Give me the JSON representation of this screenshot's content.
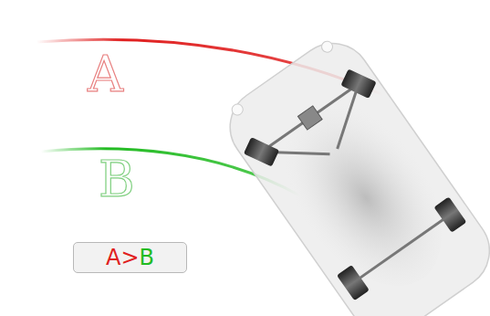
{
  "diagram": {
    "nodes": [
      {
        "text": [
          "A>B"
        ]
      }
    ],
    "labels": [
      "A",
      "B"
    ]
  }
}
